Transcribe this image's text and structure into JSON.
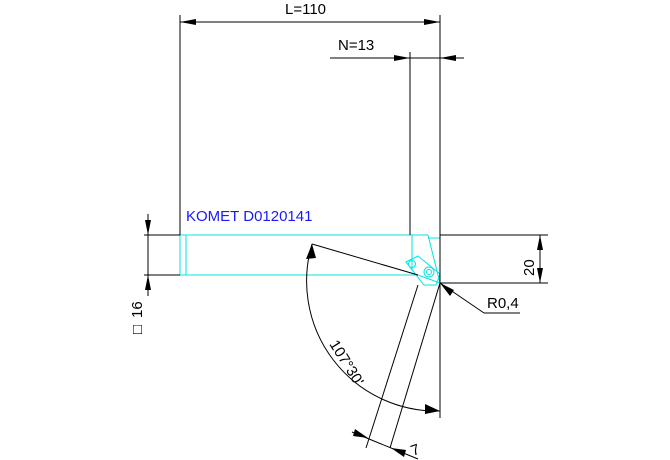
{
  "drawing": {
    "part_label": "KOMET D0120141",
    "dimensions": {
      "overall_length": "L=110",
      "n_length": "N=13",
      "height": "20",
      "shank_square": "16",
      "shank_square_symbol": "□",
      "corner_radius": "R0,4",
      "angle": "107°30'",
      "width": "7"
    },
    "colors": {
      "dimension_lines": "#000000",
      "tool_outline": "#00e5e5",
      "part_label": "#1a1aff"
    }
  }
}
